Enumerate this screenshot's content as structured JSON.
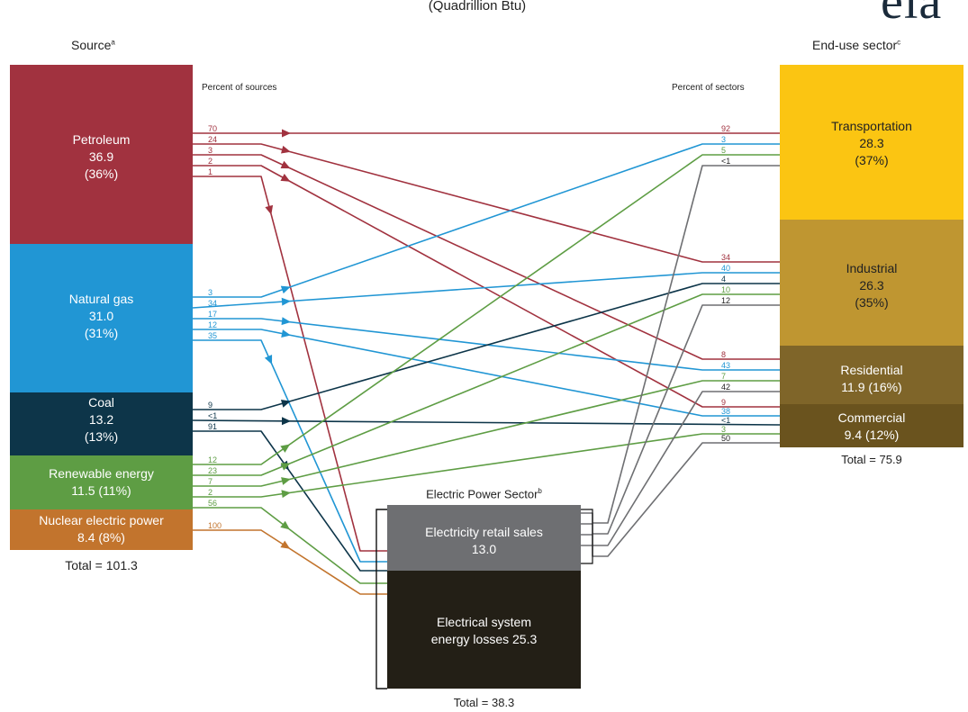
{
  "header": {
    "subtitle": "(Quadrillion Btu)",
    "logo": "eia"
  },
  "source_heading": "Source",
  "source_heading_sup": "a",
  "enduse_heading": "End-use sector",
  "enduse_heading_sup": "c",
  "percent_of_sources": "Percent of sources",
  "percent_of_sectors": "Percent of sectors",
  "sources": [
    {
      "name": "Petroleum",
      "value": "36.9",
      "share": "(36%)",
      "color": "#A1323F"
    },
    {
      "name": "Natural gas",
      "value": "31.0",
      "share": "(31%)",
      "color": "#2196D4"
    },
    {
      "name": "Coal",
      "value": "13.2",
      "share": "(13%)",
      "color": "#0D3549"
    },
    {
      "name": "Renewable energy",
      "value": "11.5 (11%)",
      "color": "#5E9D44"
    },
    {
      "name": "Nuclear electric power",
      "value": "8.4 (8%)",
      "color": "#C2742D"
    }
  ],
  "source_total": "Total = 101.3",
  "sectors": [
    {
      "name": "Transportation",
      "value": "28.3",
      "share": "(37%)",
      "color": "#FBC512"
    },
    {
      "name": "Industrial",
      "value": "26.3",
      "share": "(35%)",
      "color": "#BF9631"
    },
    {
      "name": "Residential",
      "value": "11.9 (16%)",
      "color": "#7F6529"
    },
    {
      "name": "Commercial",
      "value": "9.4 (12%)",
      "color": "#6A531E"
    }
  ],
  "sector_total": "Total = 75.9",
  "electric_power": {
    "heading": "Electric Power Sector",
    "heading_sup": "b",
    "retail_line1": "Electricity retail sales",
    "retail_line2": "13.0",
    "losses_line1": "Electrical system",
    "losses_line2": "energy losses  25.3",
    "total": "Total = 38.3",
    "retail_color": "#6E6F72",
    "losses_color": "#231F16"
  },
  "flows": [
    {
      "color": "#A1323F",
      "from_pct": "70",
      "to_pct": "92",
      "to": "Transportation"
    },
    {
      "color": "#A1323F",
      "from_pct": "24",
      "to_pct": "34",
      "to": "Industrial"
    },
    {
      "color": "#A1323F",
      "from_pct": "3",
      "to_pct": "8",
      "to": "Residential"
    },
    {
      "color": "#A1323F",
      "from_pct": "2",
      "to_pct": "9",
      "to": "Commercial"
    },
    {
      "color": "#A1323F",
      "from_pct": "1",
      "to": "Electric Power Sector"
    },
    {
      "color": "#2196D4",
      "from_pct": "3",
      "to_pct": "3",
      "to": "Transportation"
    },
    {
      "color": "#2196D4",
      "from_pct": "34",
      "to_pct": "40",
      "to": "Industrial"
    },
    {
      "color": "#2196D4",
      "from_pct": "17",
      "to_pct": "43",
      "to": "Residential"
    },
    {
      "color": "#2196D4",
      "from_pct": "12",
      "to_pct": "38",
      "to": "Commercial"
    },
    {
      "color": "#2196D4",
      "from_pct": "35",
      "to": "Electric Power Sector"
    },
    {
      "color": "#0D3549",
      "from_pct": "9",
      "to_pct": "4",
      "to": "Industrial"
    },
    {
      "color": "#0D3549",
      "from_pct": "<1",
      "to_pct": "<1",
      "to": "Commercial"
    },
    {
      "color": "#0D3549",
      "from_pct": "91",
      "to": "Electric Power Sector"
    },
    {
      "color": "#5E9D44",
      "from_pct": "12",
      "to_pct": "5",
      "to": "Transportation"
    },
    {
      "color": "#5E9D44",
      "from_pct": "23",
      "to_pct": "10",
      "to": "Industrial"
    },
    {
      "color": "#5E9D44",
      "from_pct": "7",
      "to_pct": "7",
      "to": "Residential"
    },
    {
      "color": "#5E9D44",
      "from_pct": "2",
      "to_pct": "3",
      "to": "Commercial"
    },
    {
      "color": "#5E9D44",
      "from_pct": "56",
      "to": "Electric Power Sector"
    },
    {
      "color": "#C2742D",
      "from_pct": "100",
      "to": "Electric Power Sector"
    },
    {
      "color": "#6E6F72",
      "to_pct": "<1",
      "to": "Transportation"
    },
    {
      "color": "#6E6F72",
      "to_pct": "12",
      "to": "Industrial"
    },
    {
      "color": "#6E6F72",
      "to_pct": "42",
      "to": "Residential"
    },
    {
      "color": "#6E6F72",
      "to_pct": "50",
      "to": "Commercial"
    }
  ]
}
